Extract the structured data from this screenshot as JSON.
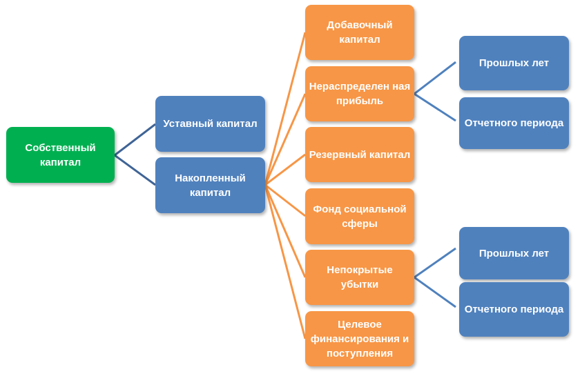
{
  "root": "Собственный капитал",
  "level1": [
    "Уставный капитал",
    "Накопленный капитал"
  ],
  "level2": [
    "Добавочный капитал",
    "Нераспределен ная прибыль",
    "Резервный капитал",
    "Фонд социальной сферы",
    "Непокрытые убытки",
    "Целевое финансирования и поступления"
  ],
  "retained": [
    "Прошлых лет",
    "Отчетного периода"
  ],
  "losses": [
    "Прошлых лет",
    "Отчетного периода"
  ],
  "colors": {
    "root": "#00b050",
    "blue": "#4f81bd",
    "orange": "#f79646",
    "blue_line": "#3f6496"
  }
}
